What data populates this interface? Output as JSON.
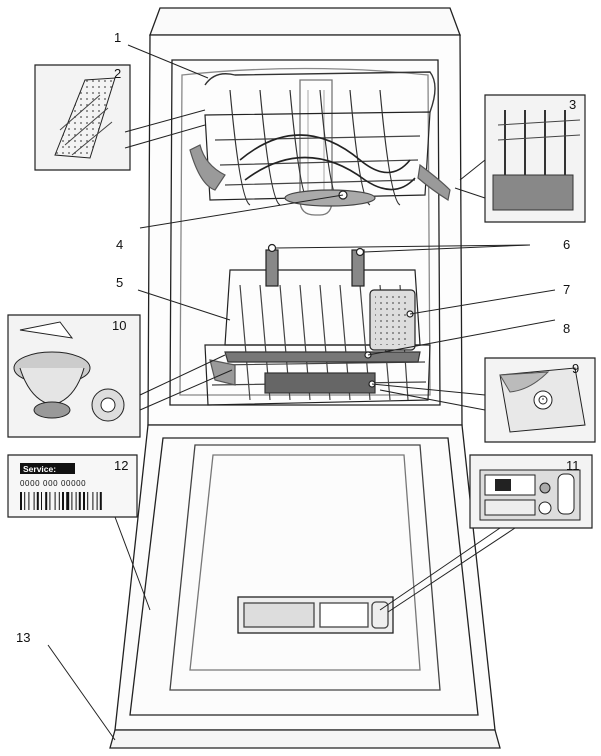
{
  "diagram": {
    "callouts": [
      "1",
      "2",
      "3",
      "4",
      "5",
      "6",
      "7",
      "8",
      "9",
      "10",
      "11",
      "12",
      "13"
    ],
    "rating_plate": {
      "service_label": "Service:",
      "serial_number": "0000 000 00000"
    }
  },
  "colors": {
    "line": "#222222",
    "panel": "#f3f3f3",
    "highlight": "#9a9a9a",
    "dark": "#555555"
  }
}
